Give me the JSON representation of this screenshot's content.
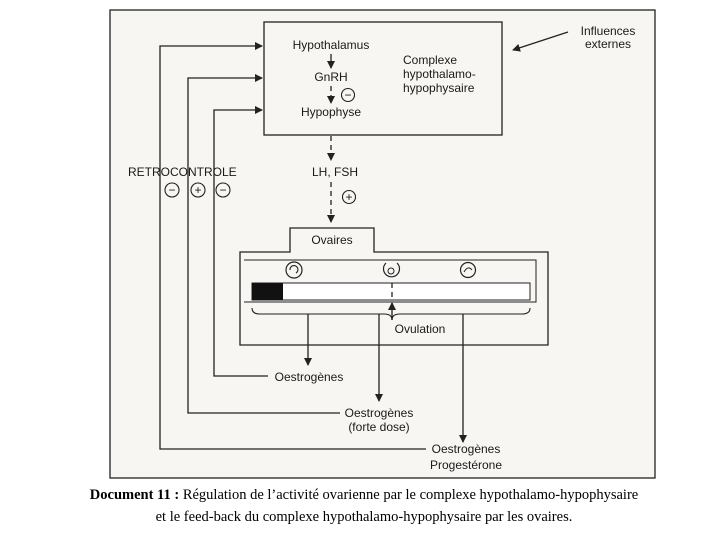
{
  "diagram": {
    "hypothalamus": "Hypothalamus",
    "gnrh": "GnRH",
    "sign_minus_1": "−",
    "hypophyse": "Hypophyse",
    "complexe": [
      "Complexe",
      "hypothalamo-",
      "hypophysaire"
    ],
    "influences": [
      "Influences",
      "externes"
    ],
    "retrocontrole": "RETROCONTROLE",
    "signs": [
      "−",
      "+",
      "−"
    ],
    "lh_fsh": "LH, FSH",
    "sign_plus": "+",
    "ovaires": "Ovaires",
    "ovulation": "Ovulation",
    "out1": "Oestrogènes",
    "out2": [
      "Oestrogènes",
      "(forte dose)"
    ],
    "out3": [
      "Oestrogènes",
      "Progestérone"
    ]
  },
  "caption": {
    "title": "Document 11 :",
    "line1": " Régulation de l’activité ovarienne par le complexe hypothalamo-hypophysaire",
    "line2": "et le feed-back du complexe hypothalamo-hypophysaire par les ovaires."
  }
}
